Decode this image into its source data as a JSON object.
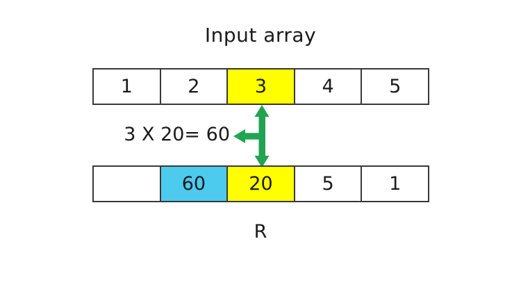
{
  "title": "Input array",
  "input_array": {
    "cells": [
      {
        "value": "1",
        "fill": ""
      },
      {
        "value": "2",
        "fill": ""
      },
      {
        "value": "3",
        "fill": "#FFFF00"
      },
      {
        "value": "4",
        "fill": ""
      },
      {
        "value": "5",
        "fill": ""
      }
    ]
  },
  "annotation": "3 X 20= 60",
  "result_array": {
    "cells": [
      {
        "value": "",
        "fill": ""
      },
      {
        "value": "60",
        "fill": "#4CCBEF"
      },
      {
        "value": "20",
        "fill": "#FFFF00"
      },
      {
        "value": "5",
        "fill": ""
      },
      {
        "value": "1",
        "fill": ""
      }
    ]
  },
  "result_label": "R",
  "colors": {
    "highlight_yellow": "#FFFF00",
    "highlight_cyan": "#4CCBEF",
    "arrow_green": "#22A354",
    "border_gray": "#383838"
  }
}
